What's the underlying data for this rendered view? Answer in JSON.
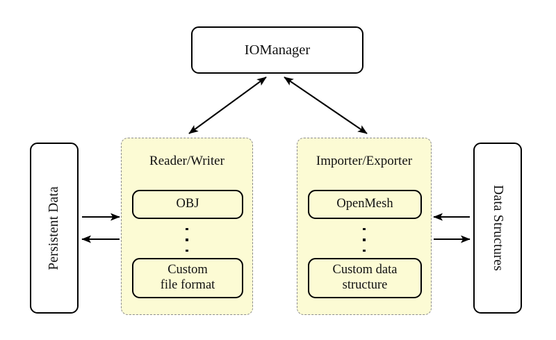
{
  "diagram": {
    "title_block": {
      "label": "IOManager"
    },
    "left_endpoint": {
      "label": "Persistent Data"
    },
    "right_endpoint": {
      "label": "Data Structures"
    },
    "groups": [
      {
        "id": "reader-writer",
        "title": "Reader/Writer",
        "items": [
          {
            "label": "OBJ"
          },
          {
            "label": "Custom\nfile format",
            "line1": "Custom",
            "line2": "file format"
          }
        ],
        "ellipsis": "vertical-dots"
      },
      {
        "id": "importer-exporter",
        "title": "Importer/Exporter",
        "items": [
          {
            "label": "OpenMesh"
          },
          {
            "label": "Custom data\nstructure",
            "line1": "Custom data",
            "line2": "structure"
          }
        ],
        "ellipsis": "vertical-dots"
      }
    ],
    "connections": [
      {
        "name": "iomanager-to-reader-writer",
        "style": "double-headed-diagonal"
      },
      {
        "name": "iomanager-to-importer-exporter",
        "style": "double-headed-diagonal"
      },
      {
        "name": "persistent-data-to-reader-writer",
        "style": "single-headed-right"
      },
      {
        "name": "reader-writer-to-persistent-data",
        "style": "single-headed-left"
      },
      {
        "name": "data-structures-to-importer-exporter",
        "style": "single-headed-left"
      },
      {
        "name": "importer-exporter-to-data-structures",
        "style": "single-headed-right"
      }
    ],
    "colors": {
      "panel_fill": "#fcfbd4",
      "panel_border": "#8c8c8c",
      "box_border": "#000000",
      "background": "#ffffff",
      "text": "#111111"
    }
  }
}
